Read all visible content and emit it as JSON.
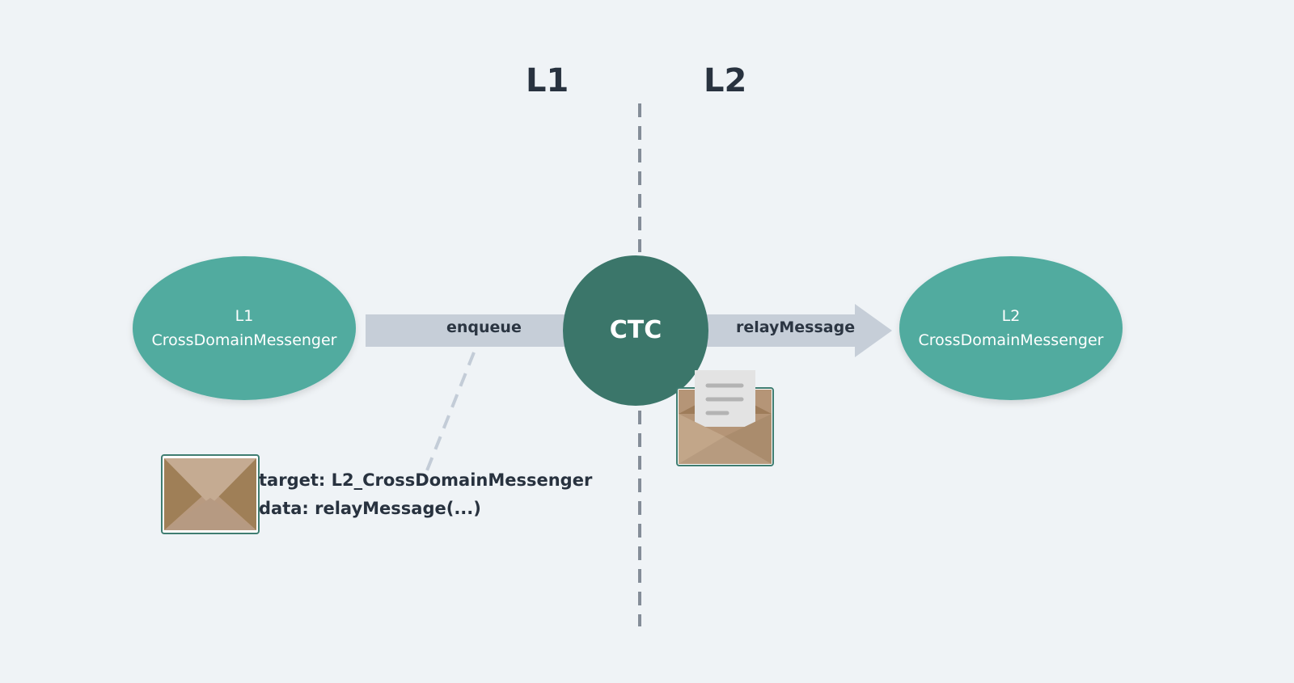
{
  "layers": {
    "left": "L1",
    "right": "L2"
  },
  "nodes": {
    "l1_messenger": {
      "line1": "L1",
      "line2": "CrossDomainMessenger"
    },
    "ctc": {
      "label": "CTC"
    },
    "l2_messenger": {
      "line1": "L2",
      "line2": "CrossDomainMessenger"
    }
  },
  "edges": {
    "enqueue": "enqueue",
    "relay": "relayMessage"
  },
  "message": {
    "target": "target: L2_CrossDomainMessenger",
    "data": "data: relayMessage(...)"
  },
  "colors": {
    "background": "#eff3f6",
    "node_fill": "#51ab9f",
    "ctc_fill": "#3b766a",
    "arrow_fill": "#c6ced8",
    "divider": "#848d98",
    "text_dark": "#28323f",
    "envelope_border": "#3f7d71"
  },
  "icons": {
    "closed_envelope": "envelope-closed-icon",
    "open_envelope": "envelope-open-icon"
  }
}
